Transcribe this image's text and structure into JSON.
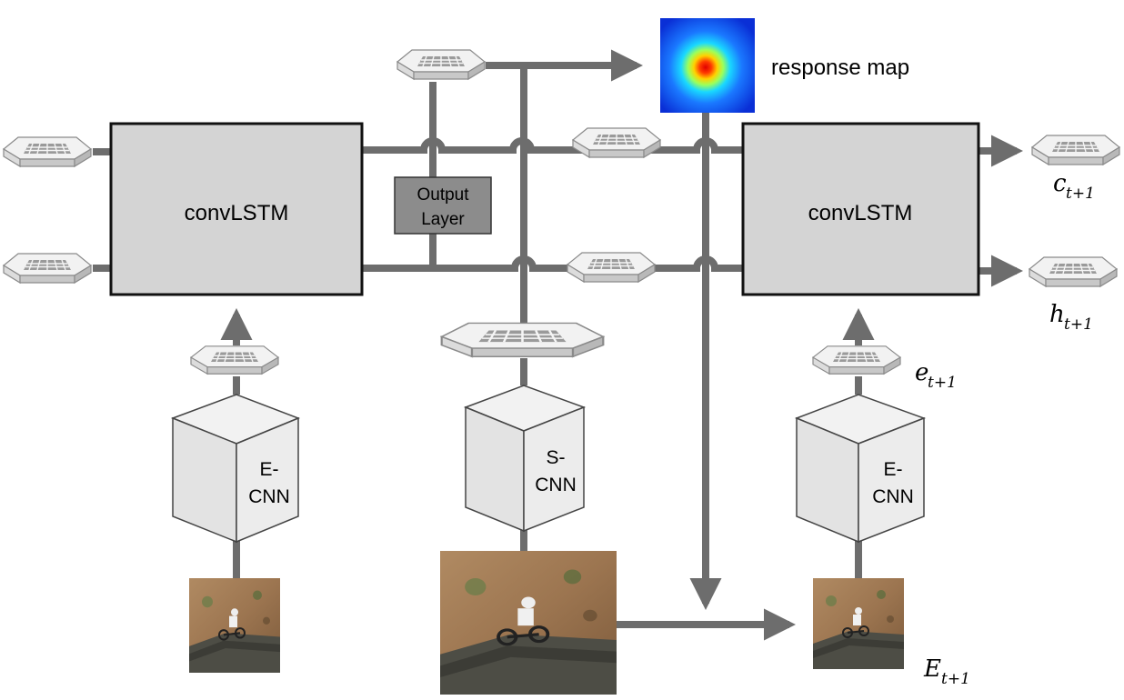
{
  "response_map": {
    "label": "response map"
  },
  "convlstm_left": {
    "label": "convLSTM"
  },
  "convlstm_right": {
    "label": "convLSTM"
  },
  "output_layer": {
    "line1": "Output",
    "line2": "Layer"
  },
  "ecnn_left": {
    "line1": "E-",
    "line2": "CNN"
  },
  "scnn": {
    "line1": "S-",
    "line2": "CNN"
  },
  "ecnn_right": {
    "line1": "E-",
    "line2": "CNN"
  },
  "labels": {
    "c_next": {
      "base": "c",
      "sub": "t+1"
    },
    "h_next": {
      "base": "h",
      "sub": "t+1"
    },
    "e_next": {
      "base": "e",
      "sub": "t+1"
    },
    "E_next": {
      "base": "E",
      "sub": "t+1"
    }
  },
  "colors": {
    "connector": "#6d6d6d",
    "lstm_fill": "#d4d4d4",
    "output_fill": "#8c8c8c",
    "cube_face": "#e6e6e6"
  },
  "icons": {
    "feature_map": "grid-slab-icon",
    "frame": "cyclist-photo",
    "heatmap": "response-heatmap"
  }
}
